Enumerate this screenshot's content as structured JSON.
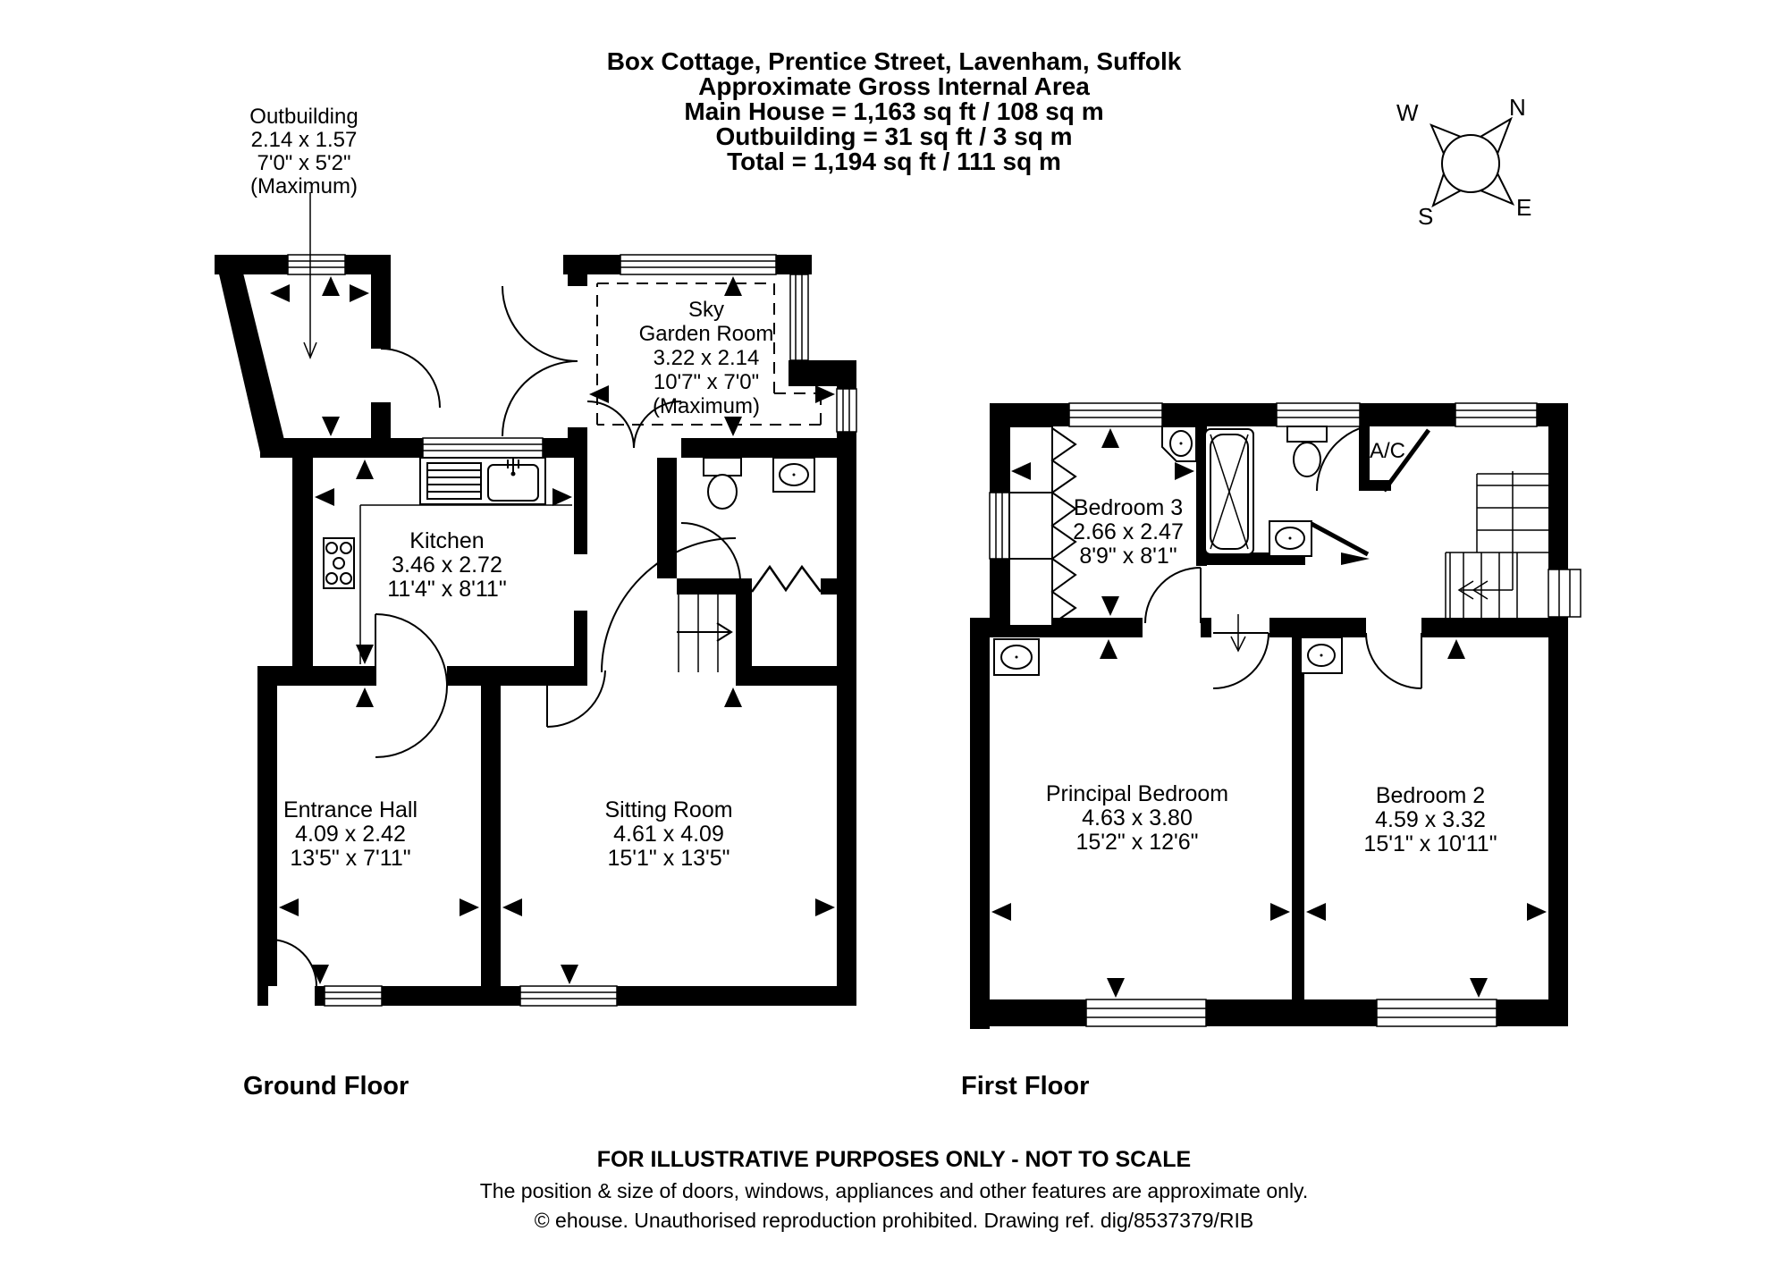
{
  "title": {
    "line1": "Box Cottage, Prentice Street, Lavenham, Suffolk",
    "line2": "Approximate Gross Internal Area",
    "line3": "Main House = 1,163 sq ft / 108 sq m",
    "line4": "Outbuilding = 31 sq ft / 3 sq m",
    "line5": "Total = 1,194 sq ft / 111 sq m"
  },
  "compass": {
    "north": "N",
    "east": "E",
    "south": "S",
    "west": "W"
  },
  "outbuilding": {
    "name": "Outbuilding",
    "metric": "2.14 x 1.57",
    "imperial": "7'0\" x 5'2\"",
    "qualifier": "(Maximum)"
  },
  "ground_floor": {
    "label": "Ground Floor",
    "sky_garden_room": {
      "name_line1": "Sky",
      "name_line2": "Garden Room",
      "metric": "3.22 x 2.14",
      "imperial": "10'7\" x 7'0\"",
      "qualifier": "(Maximum)"
    },
    "kitchen": {
      "name": "Kitchen",
      "metric": "3.46 x 2.72",
      "imperial": "11'4\" x 8'11\""
    },
    "entrance_hall": {
      "name": "Entrance Hall",
      "metric": "4.09 x 2.42",
      "imperial": "13'5\" x 7'11\""
    },
    "sitting_room": {
      "name": "Sitting Room",
      "metric": "4.61 x 4.09",
      "imperial": "15'1\" x 13'5\""
    }
  },
  "first_floor": {
    "label": "First Floor",
    "bedroom_3": {
      "name": "Bedroom 3",
      "metric": "2.66 x 2.47",
      "imperial": "8'9\" x 8'1\""
    },
    "principal_bedroom": {
      "name": "Principal Bedroom",
      "metric": "4.63 x 3.80",
      "imperial": "15'2\" x 12'6\""
    },
    "bedroom_2": {
      "name": "Bedroom 2",
      "metric": "4.59 x 3.32",
      "imperial": "15'1\" x 10'11\""
    },
    "airing_cupboard": "A/C"
  },
  "footer": {
    "line1": "FOR ILLUSTRATIVE PURPOSES ONLY - NOT TO SCALE",
    "line2": "The position & size of doors, windows, appliances and other features are approximate only.",
    "line3": "© ehouse. Unauthorised reproduction prohibited. Drawing ref. dig/8537379/RIB"
  },
  "colors": {
    "ink": "#000000",
    "background": "#ffffff"
  }
}
